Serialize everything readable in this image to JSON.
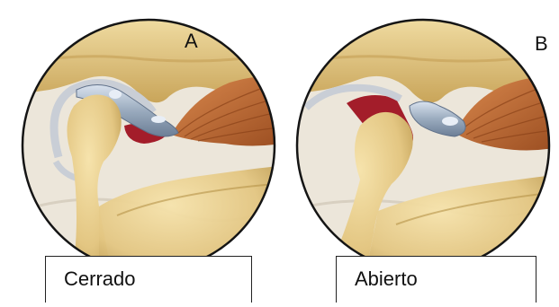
{
  "panels": [
    {
      "letter": "A",
      "caption": "Cerrado"
    },
    {
      "letter": "B",
      "caption": "Abierto"
    }
  ],
  "colors": {
    "background_tissue": "#ece6da",
    "bone": "#e3c682",
    "bone_shadow": "#b59248",
    "disc": "#8e9fb4",
    "disc_highlight": "#d9e2ee",
    "capsule": "#c9ced6",
    "retrodiscal_tissue": "#a31d2a",
    "muscle": "#b8622b",
    "muscle_light": "#d9884d",
    "outline": "#151515"
  }
}
